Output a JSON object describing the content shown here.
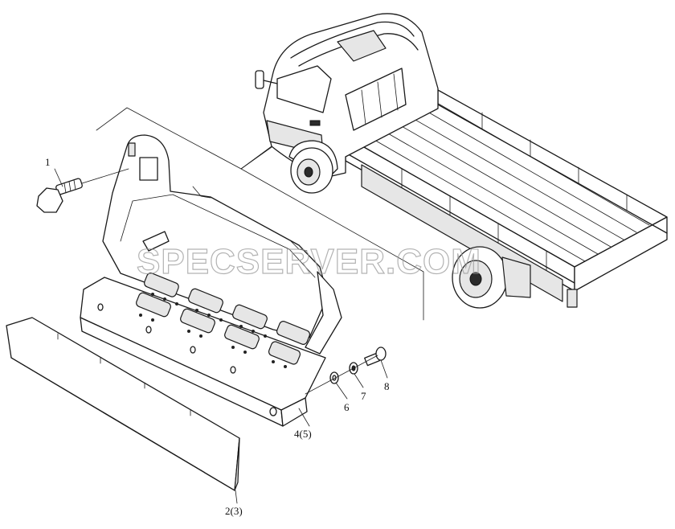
{
  "watermark": "SPECSERVER.COM",
  "callouts": [
    {
      "id": "1",
      "label": "1"
    },
    {
      "id": "2",
      "label": "2(3)"
    },
    {
      "id": "4",
      "label": "4(5)"
    },
    {
      "id": "6",
      "label": "6"
    },
    {
      "id": "7",
      "label": "7"
    },
    {
      "id": "8",
      "label": "8"
    }
  ]
}
